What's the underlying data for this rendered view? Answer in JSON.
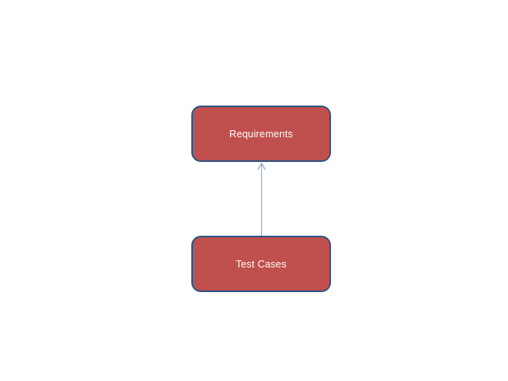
{
  "diagram": {
    "type": "flowchart",
    "background": "white",
    "nodes": [
      {
        "id": "requirements",
        "label": "Requirements",
        "shape": "rounded-rectangle",
        "position": "top-center"
      },
      {
        "id": "test_cases",
        "label": "Test Cases",
        "shape": "rounded-rectangle",
        "position": "bottom-center"
      }
    ],
    "edges": [
      {
        "from": "test_cases",
        "to": "requirements",
        "direction": "up",
        "arrowhead": "open",
        "style": "thin-line"
      }
    ],
    "colors": {
      "node_fill": "#C0504D",
      "node_border": "#2E5584",
      "node_text": "#FFFFFF",
      "connector": "#95B3D7",
      "background": "#FFFFFF"
    }
  }
}
